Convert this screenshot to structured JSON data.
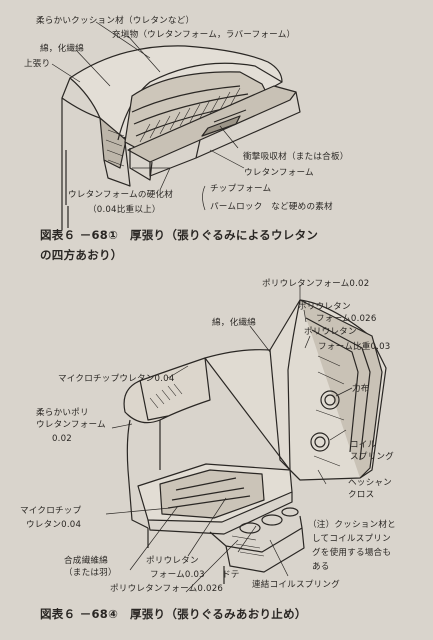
{
  "figure1": {
    "labels": {
      "cushion": "柔らかいクッション材（ウレタンなど）",
      "filling": "充塡物（ウレタンフォーム，ラバーフォーム）",
      "cotton": "綿，化繊綿",
      "top_cover": "上張り",
      "shock": "衝撃吸収材（または合板）",
      "urethane_foam": "ウレタンフォーム",
      "hardened": "ウレタンフォームの硬化材",
      "hardened_ratio": "（0.04比重以上）",
      "chip_foam": "チップフォーム",
      "palm_lock": "パームロック　など硬めの素材"
    },
    "caption_line1": "図表６ －68①　厚張り（張りぐるみによるウレタン",
    "caption_line2": "の四方あおり）"
  },
  "figure4": {
    "labels": {
      "pu_002": "ポリウレタンフォーム0.02",
      "pu_0026_a": "ポリウレタン",
      "pu_0026_b": "フォーム0.026",
      "cotton": "綿，化繊綿",
      "pu_003_a": "ポリウレタン",
      "pu_003_b": "フォーム比重0.03",
      "micro_004": "マイクロチップウレタン0.04",
      "soft_pu_a": "柔らかいポリ",
      "soft_pu_b": "ウレタンフォーム",
      "soft_pu_c": "0.02",
      "force_cloth": "力布",
      "coil_a": "コイル",
      "coil_b": "スプリング",
      "hessian_a": "ヘッシャン",
      "hessian_b": "クロス",
      "micro_chip_a": "マイクロチップ",
      "micro_chip_b": "ウレタン0.04",
      "note_a": "（注）クッション材と",
      "note_b": "してコイルスプリン",
      "note_c": "グを使用する場合も",
      "note_d": "ある",
      "synthetic_a": "合成繊維綿",
      "synthetic_b": "（または羽）",
      "pu_mid_a": "ポリウレタン",
      "pu_mid_b": "フォーム0.03",
      "dote": "ドテ",
      "pu_0026_bottom": "ポリウレタンフォーム0.026",
      "connected_spring": "連結コイルスプリング"
    },
    "caption": "図表６ －68④　厚張り（張りぐるみあおり止め）"
  },
  "colors": {
    "paper": "#d9d4cc",
    "ink": "#2a2724"
  }
}
